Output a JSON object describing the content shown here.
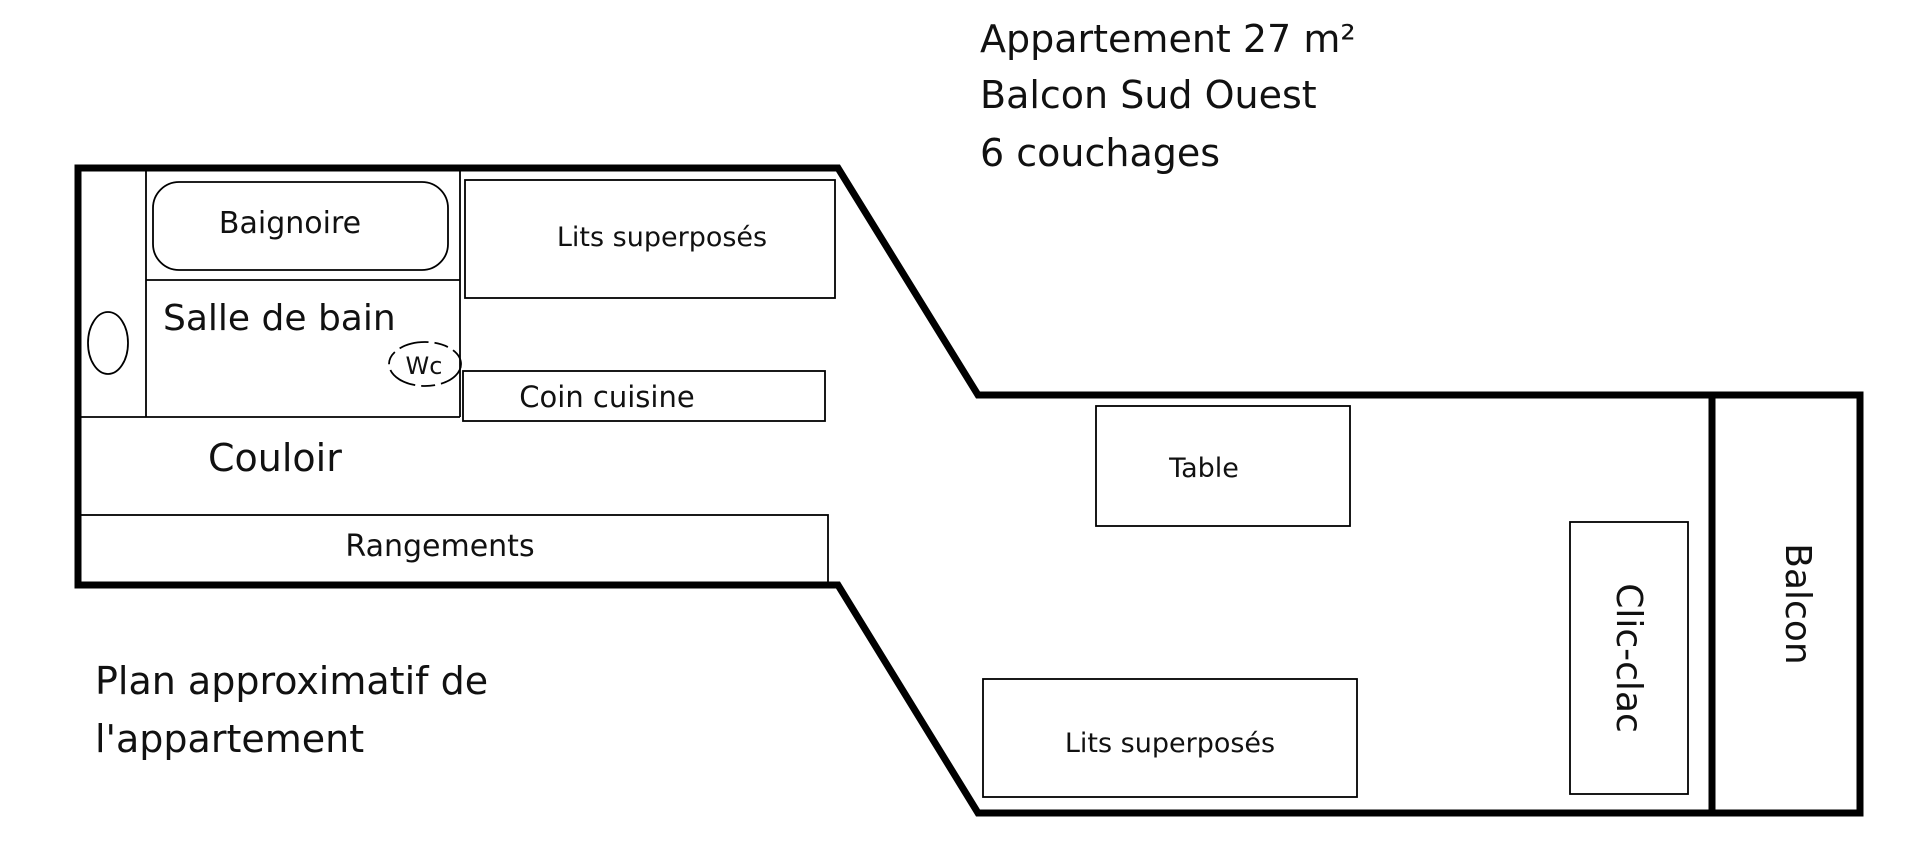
{
  "info": {
    "line1": "Appartement 27 m²",
    "line2": "Balcon Sud Ouest",
    "line3": "6 couchages"
  },
  "caption": {
    "line1": "Plan approximatif de",
    "line2": "l'appartement"
  },
  "rooms": {
    "bathtub": "Baignoire",
    "bathroom": "Salle de bain",
    "wc": "Wc",
    "bunk_beds_top": "Lits superposés",
    "kitchen": "Coin cuisine",
    "corridor": "Couloir",
    "storage": "Rangements",
    "table": "Table",
    "sofa_bed": "Clic-clac",
    "bunk_beds_bottom": "Lits superposés",
    "balcony": "Balcon"
  }
}
